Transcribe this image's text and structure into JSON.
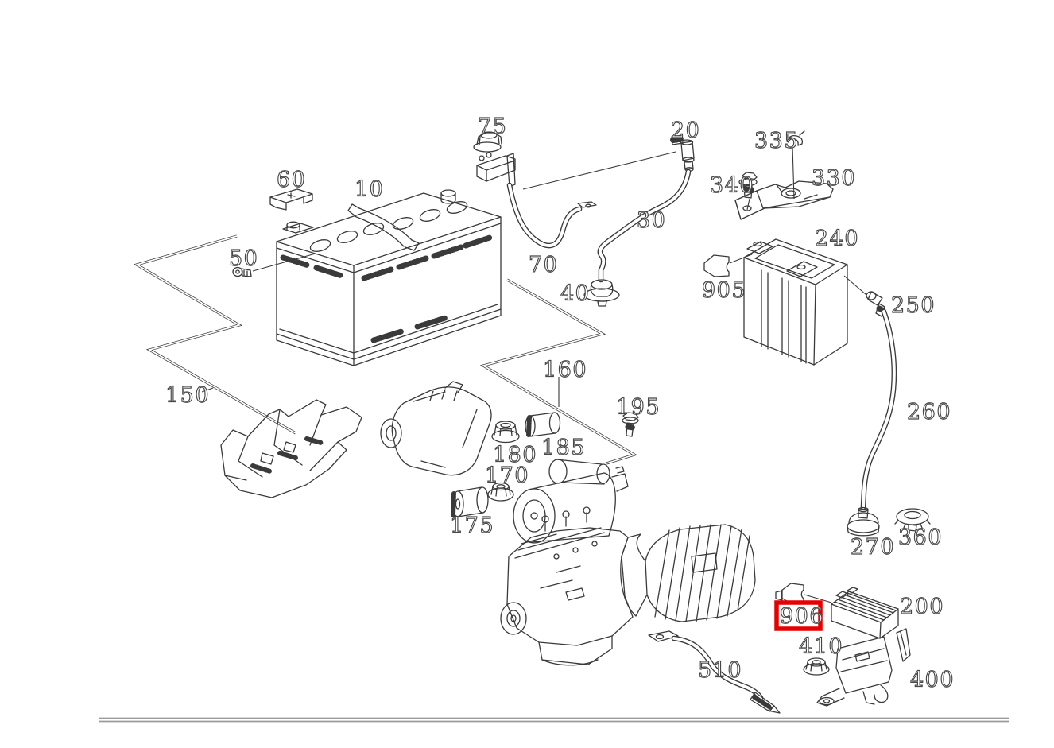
{
  "diagram_title": "battery-and-cables-exploded-parts-diagram",
  "labels": {
    "p10": "10",
    "p20": "20",
    "p30": "30",
    "p40": "40",
    "p50": "50",
    "p60": "60",
    "p70": "70",
    "p75": "75",
    "p150": "150",
    "p160": "160",
    "p170": "170",
    "p175": "175",
    "p180": "180",
    "p185": "185",
    "p195": "195",
    "p200": "200",
    "p240": "240",
    "p250": "250",
    "p260": "260",
    "p270": "270",
    "p330": "330",
    "p335": "335",
    "p340": "340",
    "p360": "360",
    "p400": "400",
    "p410": "410",
    "p510": "510",
    "p905": "905",
    "p906": "906"
  },
  "highlight": {
    "part": "906"
  },
  "colors": {
    "highlight": "#e60000",
    "divider": "#9b9b9b",
    "line": "#3a3a3a"
  }
}
